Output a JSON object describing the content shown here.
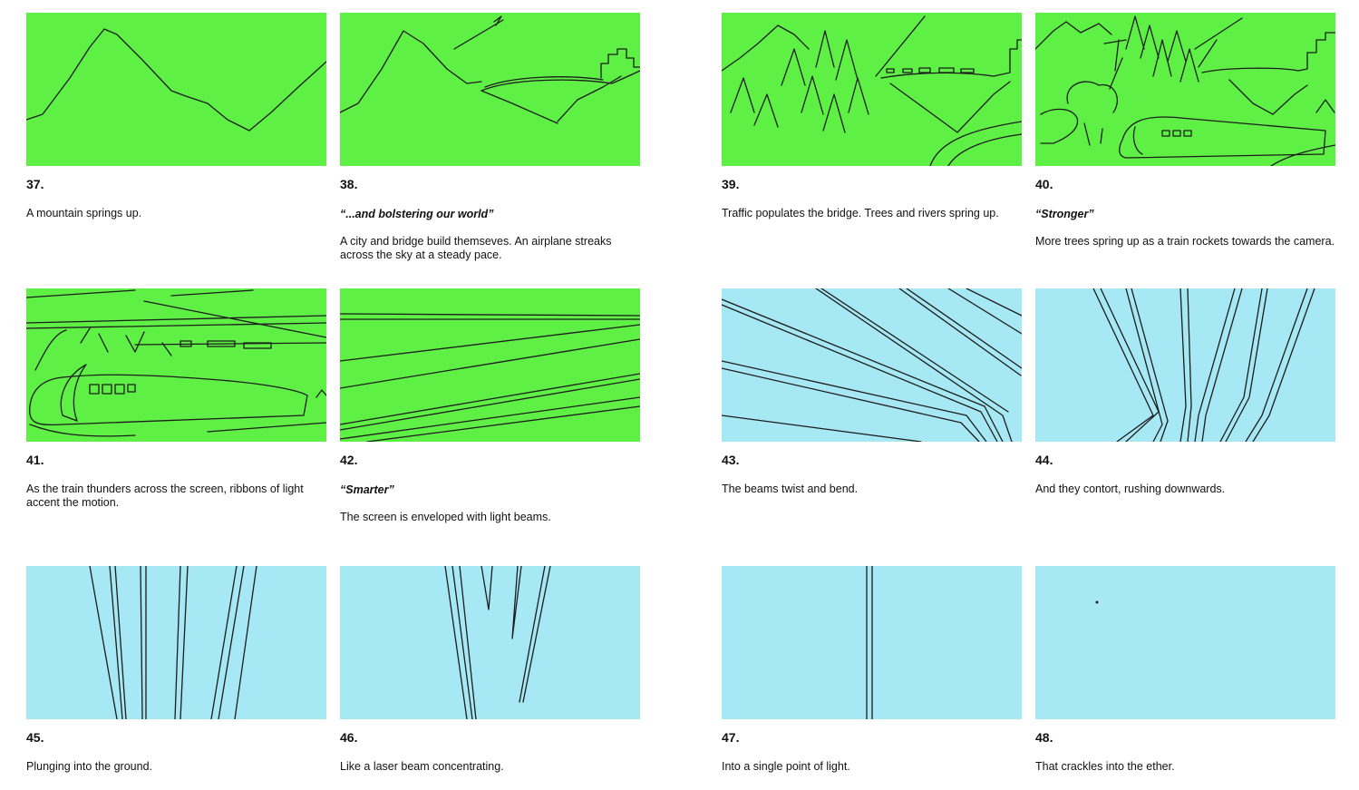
{
  "colors": {
    "green_panel": "#5ff046",
    "blue_panel": "#a6e8f3",
    "ink": "#1c1c1c",
    "text": "#111111"
  },
  "panels": [
    {
      "number": "37.",
      "quote": "",
      "caption": "A mountain springs up.",
      "color": "green"
    },
    {
      "number": "38.",
      "quote": "“...and bolstering our world”",
      "caption": "A city and bridge build themseves. An airplane streaks across the sky at a steady pace.",
      "color": "green"
    },
    {
      "number": "39.",
      "quote": "",
      "caption": "Traffic populates the bridge. Trees and rivers spring up.",
      "color": "green"
    },
    {
      "number": "40.",
      "quote": "“Stronger”",
      "caption": "More trees spring up as a train rockets towards the camera.",
      "color": "green"
    },
    {
      "number": "41.",
      "quote": "",
      "caption": "As the train thunders across the screen, ribbons of light accent the motion.",
      "color": "green"
    },
    {
      "number": "42.",
      "quote": "“Smarter”",
      "caption": "The screen is enveloped with light beams.",
      "color": "green"
    },
    {
      "number": "43.",
      "quote": "",
      "caption": "The beams twist and bend.",
      "color": "blue"
    },
    {
      "number": "44.",
      "quote": "",
      "caption": "And they contort, rushing downwards.",
      "color": "blue"
    },
    {
      "number": "45.",
      "quote": "",
      "caption": "Plunging into the ground.",
      "color": "blue"
    },
    {
      "number": "46.",
      "quote": "",
      "caption": "Like a laser beam concentrating.",
      "color": "blue"
    },
    {
      "number": "47.",
      "quote": "",
      "caption": "Into a single point of light.",
      "color": "blue"
    },
    {
      "number": "48.",
      "quote": "",
      "caption": "That crackles into the ether.",
      "color": "blue"
    }
  ]
}
